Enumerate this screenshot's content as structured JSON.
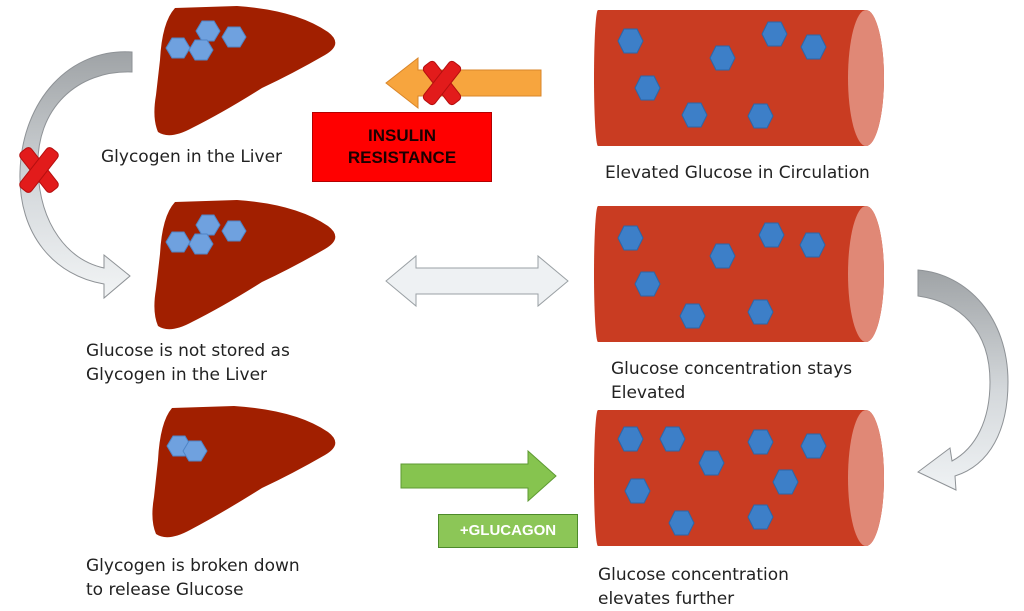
{
  "captions": {
    "liver_top": [
      "Glycogen in the Liver"
    ],
    "liver_mid": [
      "Glucose is not stored as",
      "Glycogen in the Liver"
    ],
    "liver_bottom": [
      "Glycogen is broken down",
      "to release Glucose"
    ],
    "vessel_top": [
      "Elevated Glucose in Circulation"
    ],
    "vessel_mid": [
      "Glucose concentration stays",
      "Elevated"
    ],
    "vessel_bottom": [
      "Glucose concentration",
      "elevates further"
    ]
  },
  "badges": {
    "insulin": [
      "INSULIN",
      "RESISTANCE"
    ],
    "glucagon": [
      "+GLUCAGON"
    ]
  },
  "colors": {
    "liver": "#a11f00",
    "vessel_body": "#c93c22",
    "vessel_end": "#e08876",
    "glucose_in_blood": "#3d7fc8",
    "glycogen_in_liver": "#6fa1df",
    "insulin_badge": "#ff0000",
    "glucagon_badge": "#8cc657",
    "blocked_arrow": "#f7a53e",
    "cross": "#e21b1b",
    "grey_arrow": "#a7aaad",
    "pale_arrow": "#eef1f3",
    "green_arrow": "#86c44f"
  }
}
